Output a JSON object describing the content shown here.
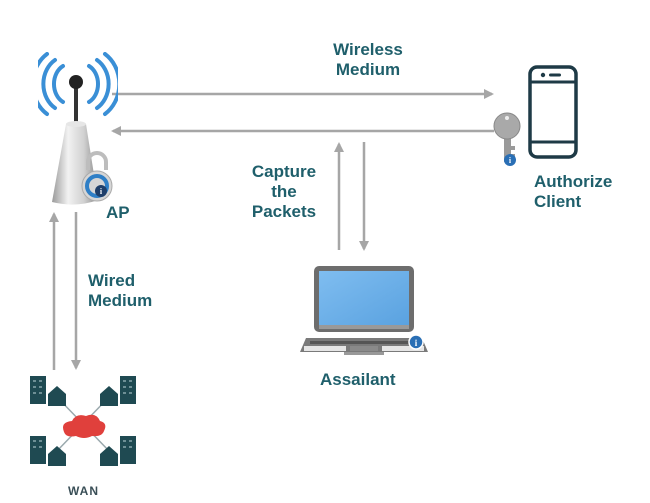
{
  "diagram": {
    "nodes": {
      "ap": {
        "label": "AP",
        "icon": "wireless-access-point-icon"
      },
      "client": {
        "label": "Authorize\nClient",
        "icon": "smartphone-icon"
      },
      "assailant": {
        "label": "Assailant",
        "icon": "laptop-icon"
      },
      "wan": {
        "label": "WAN",
        "icon": "wan-network-icon"
      }
    },
    "edges": {
      "wireless": {
        "label": "Wireless\nMedium",
        "from": "AP",
        "to": "Authorize Client",
        "bidirectional": true
      },
      "capture": {
        "label": "Capture\nthe\nPackets",
        "from": "Assailant",
        "to": "Wireless Medium",
        "bidirectional": true
      },
      "wired": {
        "label": "Wired\nMedium",
        "from": "AP",
        "to": "WAN",
        "bidirectional": true
      }
    },
    "colors": {
      "label_text": "#1f5f6b",
      "arrow": "#a6a6a6",
      "signal": "#3a8fd6",
      "device_dark": "#1e3a46",
      "cloud": "#e0403c",
      "info_badge": "#2a6fb5"
    }
  }
}
